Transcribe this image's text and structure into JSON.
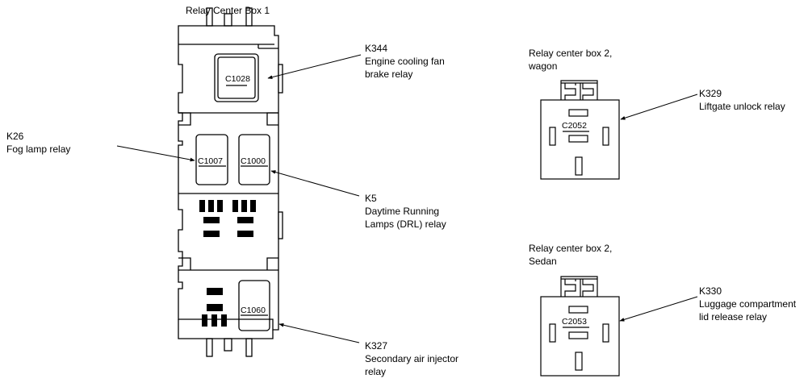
{
  "title": "Relay Center Box 1",
  "colors": {
    "line": "#000000",
    "background": "#ffffff"
  },
  "box1": {
    "connectors": {
      "top": "C1028",
      "left": "C1007",
      "right": "C1000",
      "bottom": "C1060"
    }
  },
  "callouts": {
    "k344": {
      "id": "K344",
      "lines": [
        "Engine cooling fan",
        "brake relay"
      ]
    },
    "k26": {
      "id": "K26",
      "lines": [
        "Fog lamp relay"
      ]
    },
    "k5": {
      "id": "K5",
      "lines": [
        "Daytime Running",
        "Lamps (DRL) relay"
      ]
    },
    "k327": {
      "id": "K327",
      "lines": [
        "Secondary air injector",
        "relay"
      ]
    },
    "k329": {
      "id": "K329",
      "lines": [
        "Liftgate unlock relay"
      ]
    },
    "k330": {
      "id": "K330",
      "lines": [
        "Luggage compartment",
        "lid release relay"
      ]
    }
  },
  "box2_wagon": {
    "title_lines": [
      "Relay center box 2,",
      "wagon"
    ],
    "connector": "C2052"
  },
  "box2_sedan": {
    "title_lines": [
      "Relay center box 2,",
      "Sedan"
    ],
    "connector": "C2053"
  }
}
